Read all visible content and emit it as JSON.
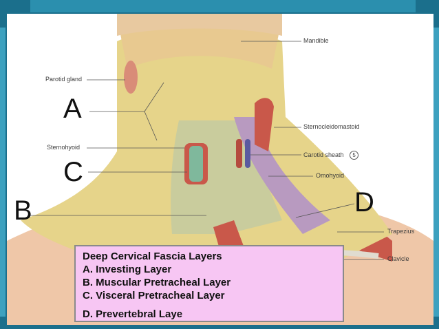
{
  "labels": {
    "mandible": "Mandible",
    "parotid": "Parotid gland",
    "scm": "Sternocleidomastoid",
    "sternohyoid": "Sternohyoid",
    "carotid": "Carotid sheath",
    "carotid_num": "5",
    "omohyoid": "Omohyoid",
    "trapezius": "Trapezius",
    "clavicle": "Clavicle"
  },
  "letters": {
    "a": "A",
    "b": "B",
    "c": "C",
    "d": "D"
  },
  "caption": {
    "title": "Deep Cervical Fascia Layers",
    "line_a": "A. Investing Layer",
    "line_b": "B. Muscular Pretracheal Layer",
    "line_c": "C. Visceral Pretracheal Layer",
    "line_d": "D. Prevertebral Laye"
  },
  "colors": {
    "frame": "#1b6f8c",
    "caption_bg": "#f7c6f3",
    "fascia": "#e6d48a",
    "muscle": "#c9584a",
    "prevertebral": "#b89ac0"
  }
}
